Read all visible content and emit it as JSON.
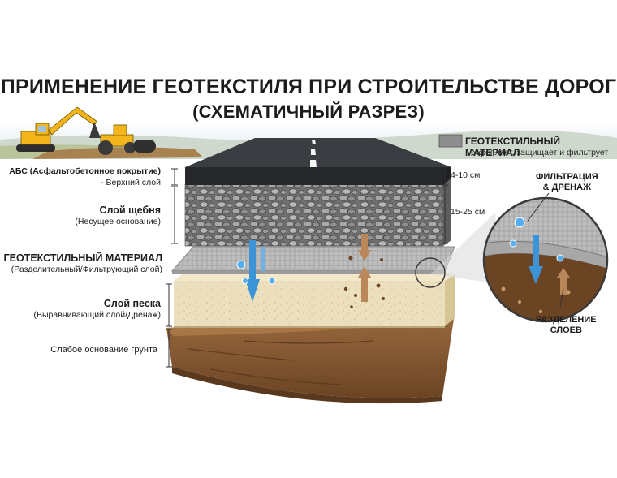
{
  "title": {
    "line1": "ПРИМЕНЕНИЕ ГЕОТЕКСТИЛЯ ПРИ СТРОИТЕЛЬСТВЕ ДОРОГ",
    "line2": "(СХЕМАТИЧНЫЙ РАЗРЕЗ)"
  },
  "legend": {
    "title": "ГЕОТЕКСТИЛЬНЫЙ МАТЕРИАЛ",
    "note": "- Укрепляет, защищает и фильтрует",
    "swatch_color": "#8e8e8e"
  },
  "layers": [
    {
      "name": "АБС (Асфальтобетонное покрытие)",
      "sub": "- Верхний слой"
    },
    {
      "name": "Слой щебня",
      "sub": "(Несущее основание)"
    },
    {
      "name": "ГЕОТЕКСТИЛЬНЫЙ МАТЕРИАЛ",
      "sub": "(Разделительный/Фильтрующий слой)"
    },
    {
      "name": "Слой песка",
      "sub": "(Выравнивающий слой/Дренаж)"
    },
    {
      "name": "Слабое основание грунта",
      "sub": ""
    }
  ],
  "dimensions": {
    "asphalt": "4-10 см",
    "gravel": "15-25 см"
  },
  "zoom": {
    "filtration": [
      "ФИЛЬТРАЦИЯ",
      "& ДРЕНАЖ"
    ],
    "separation": [
      "РАЗДЕЛЕНИЕ",
      "СЛОЕВ"
    ]
  },
  "colors": {
    "asphalt": "#2f3236",
    "gravel": "#7c7c7c",
    "geotextile": "#b9b9b9",
    "sand": "#eadcb8",
    "soil": "#8a5a33",
    "water": "#3c93d6",
    "arrow_up": "#b9875a"
  },
  "icons": [
    "excavator-icon",
    "road-roller-icon",
    "water-down-arrow-icon",
    "soil-up-arrow-icon",
    "magnifier-circle"
  ]
}
